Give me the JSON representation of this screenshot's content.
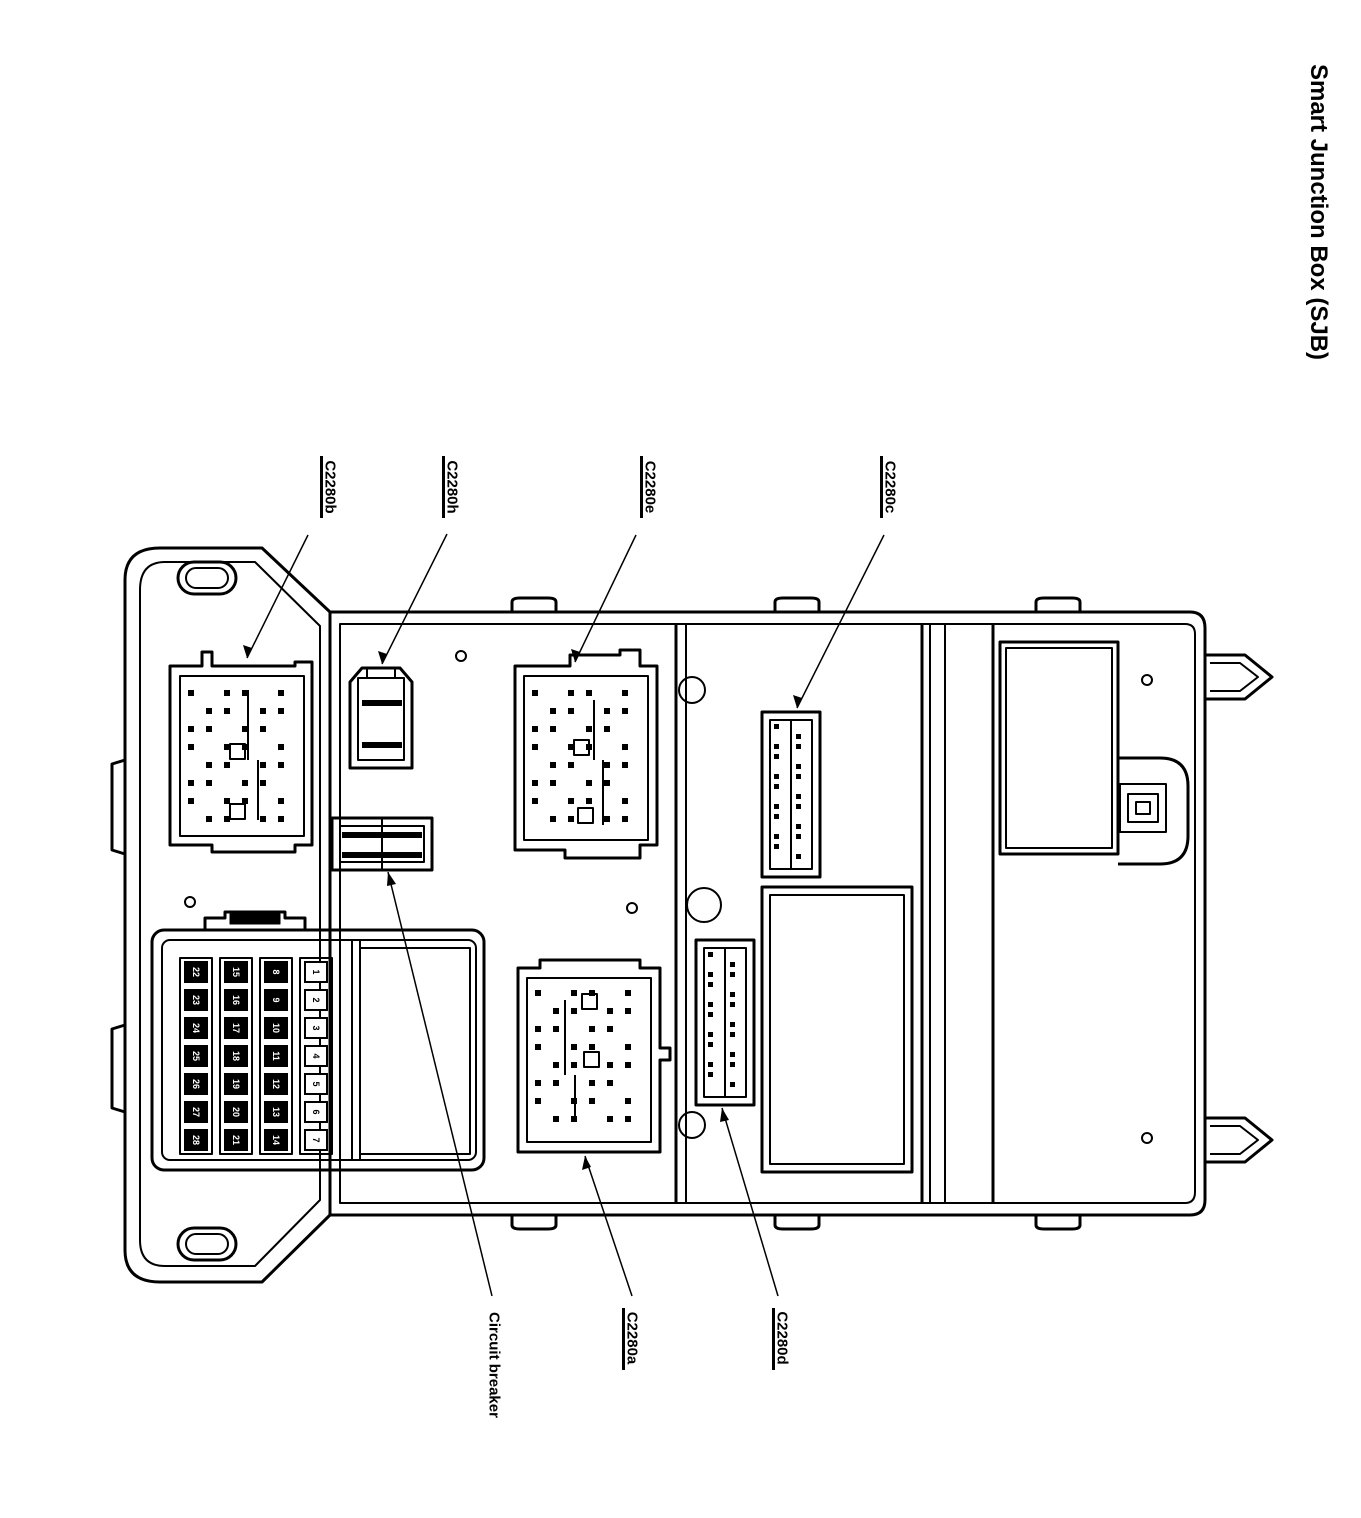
{
  "title": "Smart Junction Box (SJB)",
  "callouts": [
    {
      "id": "c2280b",
      "text": "C2280b"
    },
    {
      "id": "c2280h",
      "text": "C2280h"
    },
    {
      "id": "c2280e",
      "text": "C2280e"
    },
    {
      "id": "c2280c",
      "text": "C2280c"
    },
    {
      "id": "c2280a",
      "text": "C2280a"
    },
    {
      "id": "c2280d",
      "text": "C2280d"
    },
    {
      "id": "circuit-breaker",
      "text": "Circuit breaker"
    }
  ],
  "fuses": {
    "row_1": [
      "1",
      "2",
      "3",
      "4",
      "5",
      "6",
      "7"
    ],
    "row_2": [
      "8",
      "9",
      "10",
      "11",
      "12",
      "13",
      "14"
    ],
    "row_3": [
      "15",
      "16",
      "17",
      "18",
      "19",
      "20",
      "21"
    ],
    "row_4": [
      "22",
      "23",
      "24",
      "25",
      "26",
      "27",
      "28"
    ]
  },
  "colors": {
    "line": "#000000",
    "background": "#ffffff",
    "fuse_fill": "#000000"
  }
}
